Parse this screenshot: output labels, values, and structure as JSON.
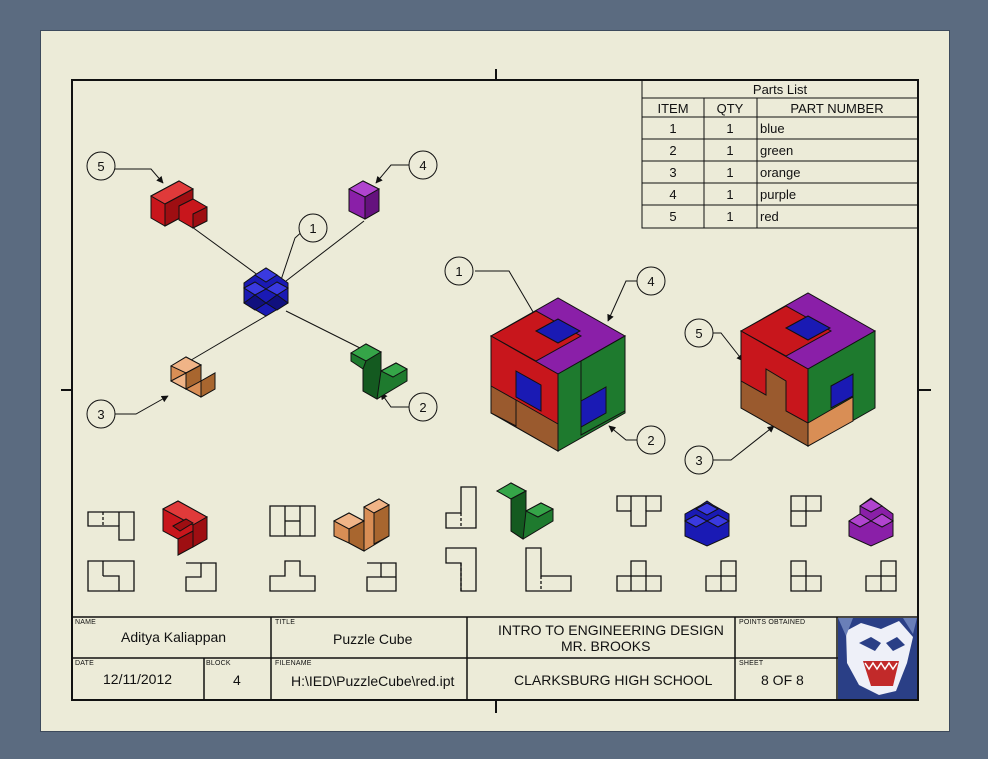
{
  "parts_list": {
    "title": "Parts List",
    "headers": [
      "ITEM",
      "QTY",
      "PART NUMBER"
    ],
    "rows": [
      [
        "1",
        "1",
        "blue"
      ],
      [
        "2",
        "1",
        "green"
      ],
      [
        "3",
        "1",
        "orange"
      ],
      [
        "4",
        "1",
        "purple"
      ],
      [
        "5",
        "1",
        "red"
      ]
    ]
  },
  "balloons": [
    "1",
    "2",
    "3",
    "4",
    "5"
  ],
  "colors": {
    "blue": "#1a1ab4",
    "green": "#1e7a2e",
    "orange": "#d98e55",
    "purple": "#8a1fa8",
    "red": "#c8161c",
    "brown": "#9a5a2e",
    "sheet": "#ecebd8",
    "frame": "#5b6b80"
  },
  "title_block": {
    "name_label": "NAME",
    "name_value": "Aditya Kaliappan",
    "title_label": "TITLE",
    "title_value": "Puzzle Cube",
    "course_line1": "INTRO TO ENGINEERING DESIGN",
    "course_line2": "MR. BROOKS",
    "points_label": "POINTS  OBTAINED",
    "date_label": "DATE",
    "date_value": "12/11/2012",
    "block_label": "BLOCK",
    "block_value": "4",
    "filename_label": "FILENAME",
    "filename_value": "H:\\IED\\PuzzleCube\\red.ipt",
    "school": "CLARKSBURG HIGH SCHOOL",
    "sheet_label": "SHEET",
    "sheet_value": "8  OF 8",
    "logo_icon": "wolf-mascot-icon"
  }
}
